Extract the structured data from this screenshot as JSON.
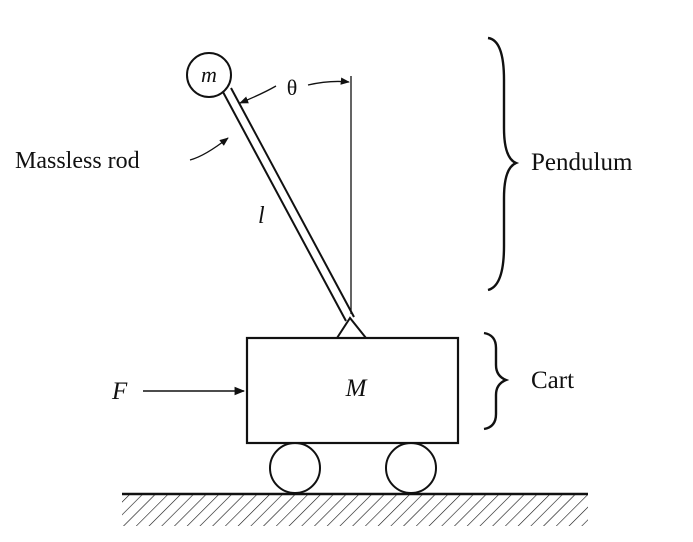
{
  "labels": {
    "mass_bob": "m",
    "angle": "θ",
    "rod_label": "Massless rod",
    "length": "l",
    "pendulum": "Pendulum",
    "force": "F",
    "cart_mass": "M",
    "cart": "Cart"
  }
}
